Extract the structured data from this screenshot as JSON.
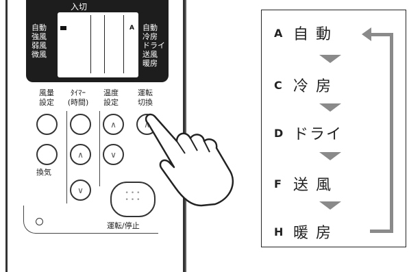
{
  "remote": {
    "panel_title": "入切",
    "left_labels": [
      "自動",
      "強風",
      "弱風",
      "微風"
    ],
    "right_labels": [
      "自動",
      "冷房",
      "ドライ",
      "送風",
      "暖房"
    ],
    "lcd_indicator": "A",
    "buttons": {
      "fan_setting": [
        "風量",
        "設定"
      ],
      "timer": [
        "ﾀｲﾏｰ",
        "(時間)"
      ],
      "temp_setting": [
        "温度",
        "設定"
      ],
      "mode_switch": [
        "運転",
        "切換"
      ],
      "ventilation": "換気",
      "run_stop": "運転/停止"
    },
    "arrow_up": "∧",
    "arrow_down": "∨"
  },
  "chart": {
    "modes": [
      {
        "letter": "A",
        "label": "自 動"
      },
      {
        "letter": "C",
        "label": "冷 房"
      },
      {
        "letter": "D",
        "label": "ドライ"
      },
      {
        "letter": "F",
        "label": "送 風"
      },
      {
        "letter": "H",
        "label": "暖 房"
      }
    ],
    "arrow_color": "#8a8a8a"
  }
}
